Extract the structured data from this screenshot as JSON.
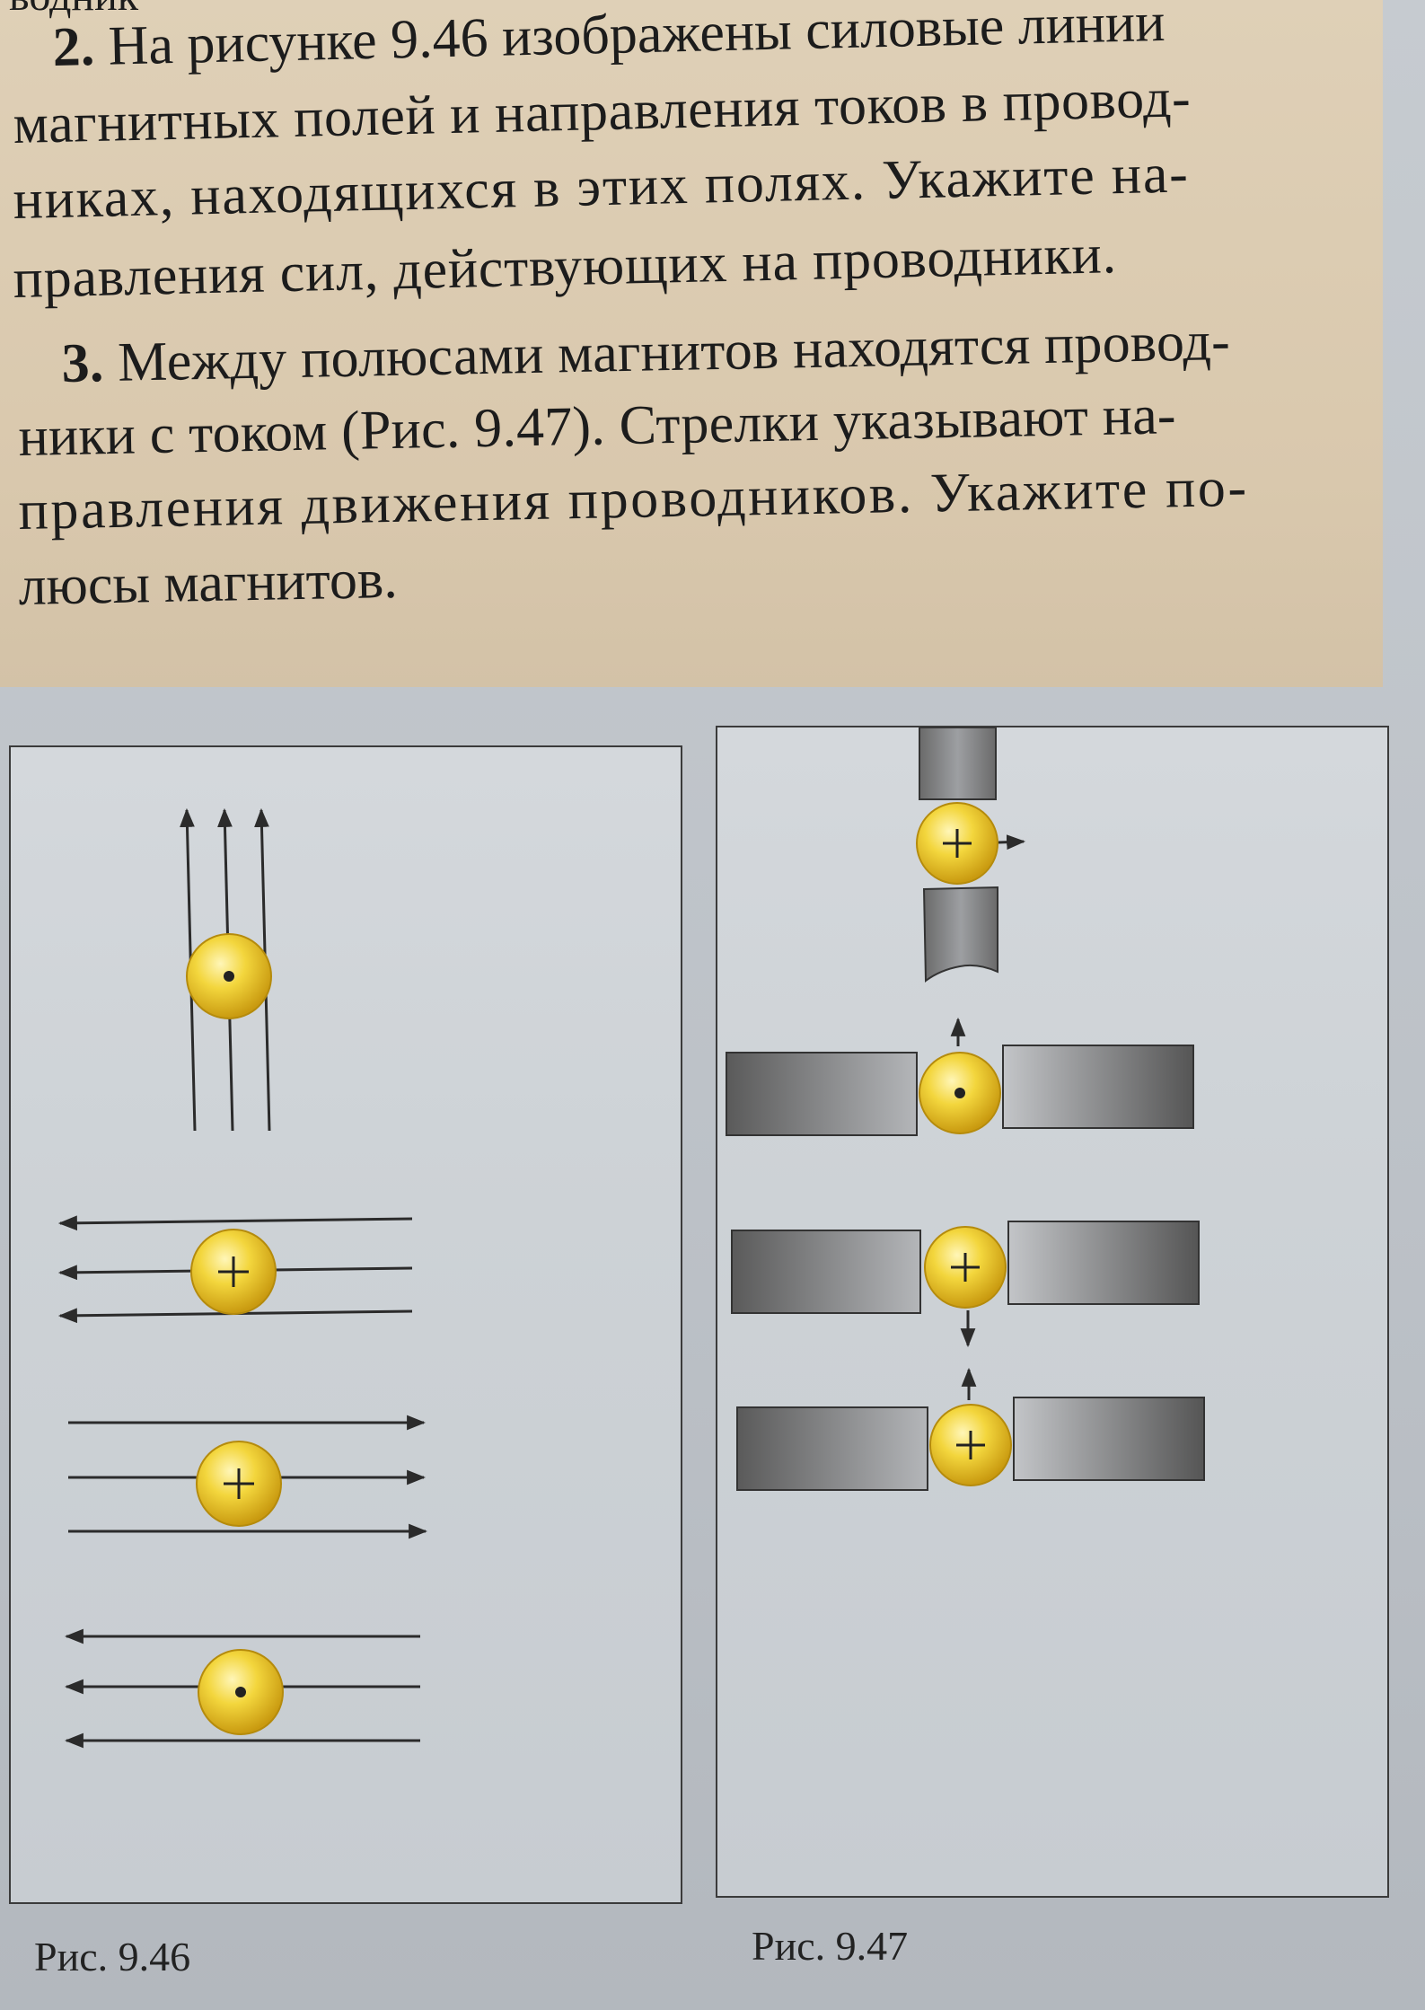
{
  "top_fragment": "водник",
  "task2": {
    "number": "2.",
    "lines": [
      "На рисунке 9.46 изображены силовые линии",
      "магнитных полей и направления токов в провод-",
      "никах, находящихся в этих полях. Укажите на-",
      "правления сил, действующих на проводники."
    ]
  },
  "task3": {
    "number": "3.",
    "lines": [
      "Между полюсами магнитов находятся провод-",
      "ники с током (Рис. 9.47). Стрелки указывают на-",
      "правления движения проводников. Укажите по-",
      "люсы магнитов."
    ]
  },
  "figures": {
    "fig_946": {
      "caption": "Рис. 9.46",
      "panels": [
        {
          "field_direction": "up",
          "current": "out-of-page",
          "symbol": "•"
        },
        {
          "field_direction": "left",
          "current": "into-page",
          "symbol": "+"
        },
        {
          "field_direction": "right",
          "current": "into-page",
          "symbol": "+"
        },
        {
          "field_direction": "left",
          "current": "out-of-page",
          "symbol": "•"
        }
      ]
    },
    "fig_947": {
      "caption": "Рис. 9.47",
      "panels": [
        {
          "magnets": "top-bottom",
          "current": "into-page",
          "symbol": "+",
          "motion": "right"
        },
        {
          "magnets": "left-right",
          "current": "out-of-page",
          "symbol": "•",
          "motion": "up"
        },
        {
          "magnets": "left-right",
          "current": "into-page",
          "symbol": "+",
          "motion": "down"
        },
        {
          "magnets": "left-right",
          "current": "into-page",
          "symbol": "+",
          "motion": "up"
        }
      ]
    }
  },
  "colors": {
    "page_bg": "#c4c9ce",
    "task_box": "#dccdb3",
    "conductor": "#f2d23a",
    "magnet": "#6b6b6b",
    "line": "#2b2b2b"
  }
}
